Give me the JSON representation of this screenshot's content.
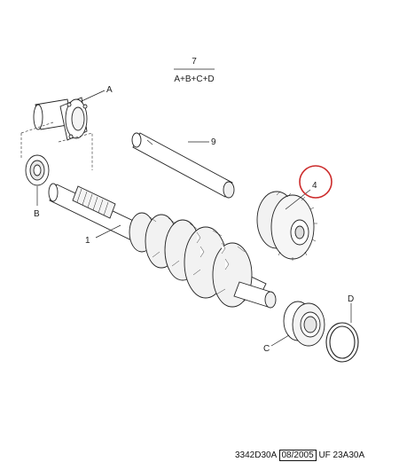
{
  "diagram": {
    "header": {
      "number": "7",
      "formula": "A+B+C+D"
    },
    "callouts": [
      {
        "id": "callout-A",
        "text": "A"
      },
      {
        "id": "callout-B",
        "text": "B"
      },
      {
        "id": "callout-C",
        "text": "C"
      },
      {
        "id": "callout-D",
        "text": "D"
      },
      {
        "id": "callout-1",
        "text": "1"
      },
      {
        "id": "callout-9",
        "text": "9"
      },
      {
        "id": "callout-4",
        "text": "4"
      }
    ],
    "highlight_color": "#cc2b2b"
  },
  "footer": {
    "code": "3342D30A",
    "date": "08/2005",
    "ref": "UF 23A30A"
  }
}
